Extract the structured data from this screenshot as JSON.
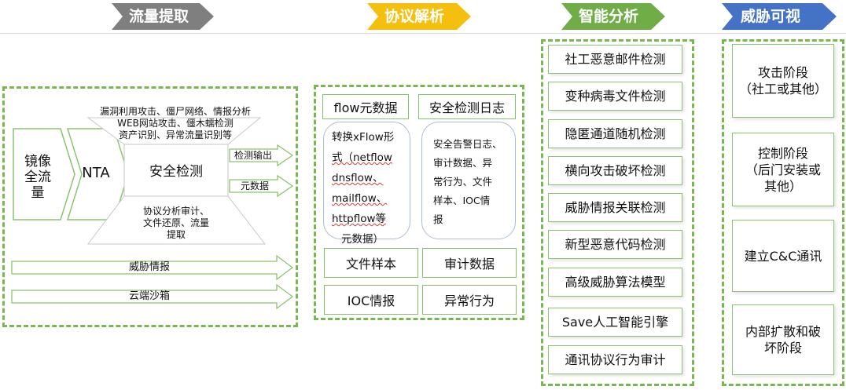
{
  "stages": [
    {
      "label": "流量提取",
      "color": "#7f7f7f"
    },
    {
      "label": "协议解析",
      "color": "#f5bf0d"
    },
    {
      "label": "智能分析",
      "color": "#70ad47"
    },
    {
      "label": "威胁可视",
      "color": "#4472c4"
    }
  ],
  "extraction": {
    "mirror_label": "镜像\n全流\n量",
    "nta_label": "NTA",
    "security_detect_label": "安全检测",
    "top_annotation": "漏洞利用攻击、僵尸网络、情报分析\nWEB网站攻击、僵木蠕检测\n资产识别、异常流量识别等",
    "bottom_annotation": "协议分析审计、\n文件还原、流量\n提取",
    "output_detect": "检测输出",
    "output_meta": "元数据",
    "threat_intel": "威胁情报",
    "cloud_sandbox": "云端沙箱"
  },
  "parsing": {
    "flow_title": "flow元数据",
    "security_log_title": "安全检测日志",
    "flow_lines": [
      "转换xFlow形",
      "式（netflow",
      "dnsflow、",
      "mailflow、",
      "httpflow等",
      "元数据）"
    ],
    "security_log_text": "安全告警日志、\n审计数据、异\n常行为、文件\n样本、IOC情\n报",
    "file_sample": "文件样本",
    "audit_data": "审计数据",
    "ioc_intel": "IOC情报",
    "abnormal_behavior": "异常行为"
  },
  "analysis": {
    "items": [
      "社工恶意邮件检测",
      "变种病毒文件检测",
      "隐匿通道随机检测",
      "横向攻击破坏检测",
      "威胁情报关联检测",
      "新型恶意代码检测",
      "高级威胁算法模型",
      "Save人工智能引擎",
      "通讯协议行为审计"
    ]
  },
  "visual": {
    "items": [
      "攻击阶段\n（社工或其他）",
      "控制阶段\n（后门安装或\n其他）",
      "建立C&C通讯",
      "内部扩散和破\n坏阶段"
    ]
  }
}
